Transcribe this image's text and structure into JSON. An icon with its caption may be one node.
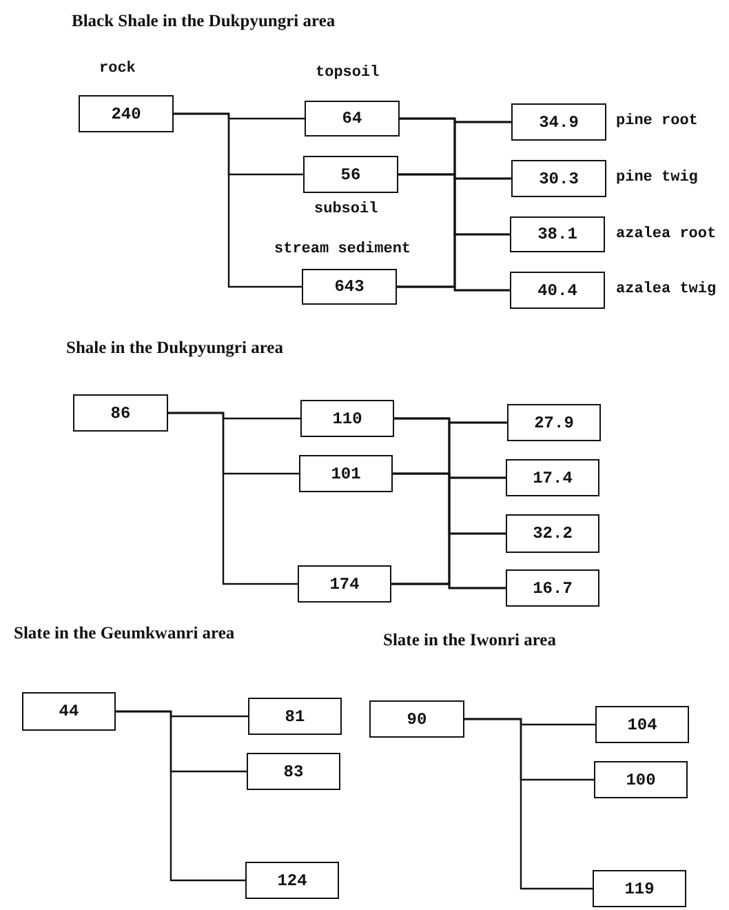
{
  "diagram": {
    "nodes": [
      {
        "text": [
          "240"
        ],
        "beside": [
          "rock"
        ]
      },
      {
        "text": [
          "64"
        ],
        "beside": [
          "topsoil"
        ]
      },
      {
        "text": [
          "56"
        ],
        "beside": [
          "subsoil"
        ]
      },
      {
        "text": [
          "643"
        ],
        "beside": [
          "stream sediment"
        ]
      },
      {
        "text": [
          "34.9"
        ],
        "beside": [
          "pine root"
        ]
      },
      {
        "text": [
          "30.3"
        ],
        "beside": [
          "pine twig"
        ]
      },
      {
        "text": [
          "38.1"
        ],
        "beside": [
          "azalea root"
        ]
      },
      {
        "text": [
          "40.4"
        ],
        "beside": [
          "azalea twig"
        ]
      },
      {
        "text": [
          "86"
        ]
      },
      {
        "text": [
          "110"
        ]
      },
      {
        "text": [
          "101"
        ]
      },
      {
        "text": [
          "174"
        ]
      },
      {
        "text": [
          "27.9"
        ]
      },
      {
        "text": [
          "17.4"
        ]
      },
      {
        "text": [
          "32.2"
        ]
      },
      {
        "text": [
          "16.7"
        ]
      },
      {
        "text": [
          "44"
        ]
      },
      {
        "text": [
          "81"
        ]
      },
      {
        "text": [
          "83"
        ]
      },
      {
        "text": [
          "124"
        ]
      },
      {
        "text": [
          "90"
        ]
      },
      {
        "text": [
          "104"
        ]
      },
      {
        "text": [
          "100"
        ]
      },
      {
        "text": [
          "119"
        ]
      }
    ],
    "edges": [
      {
        "from": 0,
        "to": 1,
        "arrow": "none"
      },
      {
        "from": 0,
        "to": 2,
        "arrow": "none"
      },
      {
        "from": 0,
        "to": 3,
        "arrow": "none"
      },
      {
        "from": 1,
        "to": 4,
        "arrow": "none"
      },
      {
        "from": 1,
        "to": 5,
        "arrow": "none"
      },
      {
        "from": 1,
        "to": 6,
        "arrow": "none"
      },
      {
        "from": 1,
        "to": 7,
        "arrow": "none"
      },
      {
        "from": 2,
        "to": 4,
        "arrow": "none"
      },
      {
        "from": 2,
        "to": 5,
        "arrow": "none"
      },
      {
        "from": 2,
        "to": 6,
        "arrow": "none"
      },
      {
        "from": 2,
        "to": 7,
        "arrow": "none"
      },
      {
        "from": 3,
        "to": 4,
        "arrow": "none"
      },
      {
        "from": 3,
        "to": 5,
        "arrow": "none"
      },
      {
        "from": 3,
        "to": 6,
        "arrow": "none"
      },
      {
        "from": 3,
        "to": 7,
        "arrow": "none"
      },
      {
        "from": 8,
        "to": 9,
        "arrow": "none"
      },
      {
        "from": 8,
        "to": 10,
        "arrow": "none"
      },
      {
        "from": 8,
        "to": 11,
        "arrow": "none"
      },
      {
        "from": 9,
        "to": 12,
        "arrow": "none"
      },
      {
        "from": 9,
        "to": 13,
        "arrow": "none"
      },
      {
        "from": 9,
        "to": 14,
        "arrow": "none"
      },
      {
        "from": 9,
        "to": 15,
        "arrow": "none"
      },
      {
        "from": 10,
        "to": 12,
        "arrow": "none"
      },
      {
        "from": 10,
        "to": 13,
        "arrow": "none"
      },
      {
        "from": 10,
        "to": 14,
        "arrow": "none"
      },
      {
        "from": 10,
        "to": 15,
        "arrow": "none"
      },
      {
        "from": 11,
        "to": 12,
        "arrow": "none"
      },
      {
        "from": 11,
        "to": 13,
        "arrow": "none"
      },
      {
        "from": 11,
        "to": 14,
        "arrow": "none"
      },
      {
        "from": 11,
        "to": 15,
        "arrow": "none"
      },
      {
        "from": 16,
        "to": 17,
        "arrow": "none"
      },
      {
        "from": 16,
        "to": 18,
        "arrow": "none"
      },
      {
        "from": 16,
        "to": 19,
        "arrow": "none"
      },
      {
        "from": 20,
        "to": 21,
        "arrow": "none"
      },
      {
        "from": 20,
        "to": 22,
        "arrow": "none"
      },
      {
        "from": 20,
        "to": 23,
        "arrow": "none"
      }
    ],
    "labels": [
      "Black Shale in the Dukpyungri area",
      "Shale in the Dukpyungri area",
      "Slate in the Geumkwanri area",
      "Slate in the Iwonri area"
    ]
  }
}
